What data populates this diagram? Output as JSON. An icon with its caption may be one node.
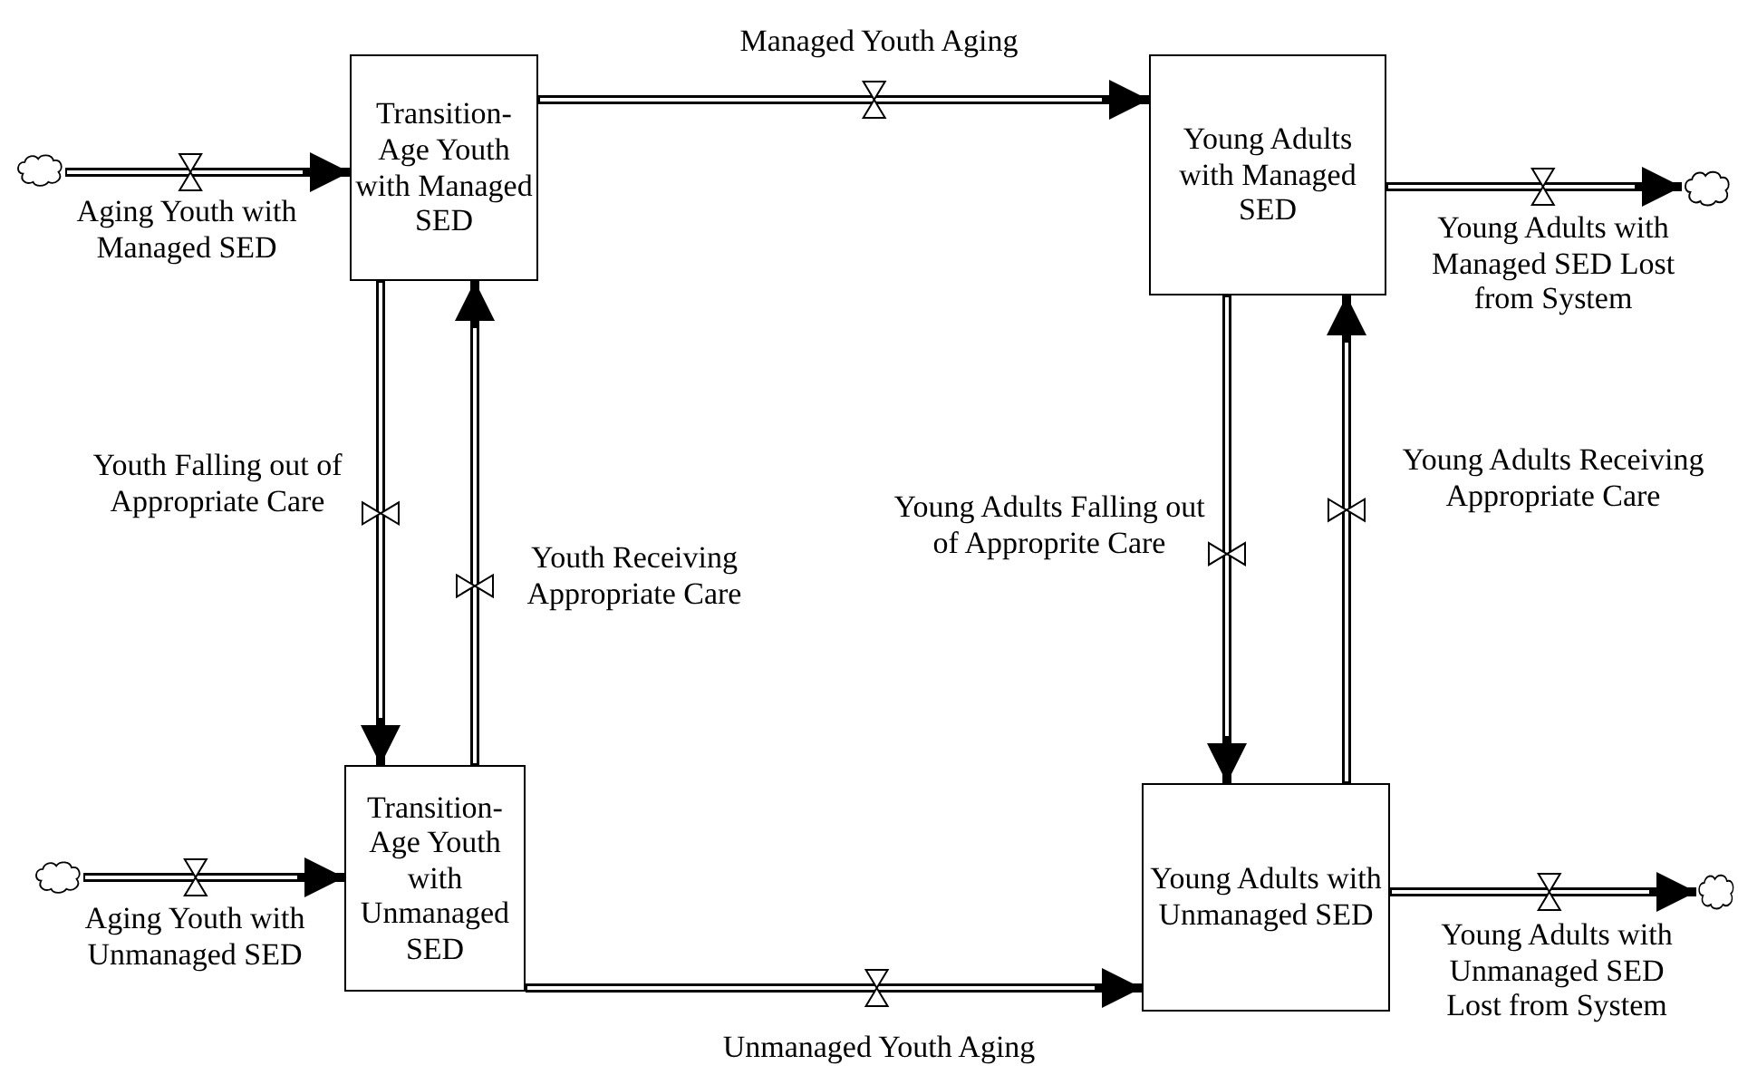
{
  "diagram": {
    "nodes": [
      {
        "text": [],
        "shape": "cloud"
      },
      {
        "text": [
          "Transition-Age Youth with Managed SED"
        ]
      },
      {
        "text": [
          "Young Adults with Managed SED"
        ]
      },
      {
        "text": [],
        "shape": "cloud"
      },
      {
        "text": [],
        "shape": "cloud"
      },
      {
        "text": [
          "Transition-Age Youth with Unmanaged SED"
        ]
      },
      {
        "text": [
          "Young Adults with Unmanaged SED"
        ]
      },
      {
        "text": [],
        "shape": "cloud"
      }
    ],
    "edges": [
      {
        "from": 0,
        "to": 1,
        "arrow": "to",
        "label": "Aging Youth with Managed SED"
      },
      {
        "from": 1,
        "to": 2,
        "arrow": "to",
        "label": "Managed Youth Aging"
      },
      {
        "from": 2,
        "to": 3,
        "arrow": "to",
        "label": "Young Adults with Managed SED Lost from System"
      },
      {
        "from": 1,
        "to": 5,
        "arrow": "to",
        "label": "Youth Falling out of Appropriate Care"
      },
      {
        "from": 5,
        "to": 1,
        "arrow": "to",
        "label": "Youth Receiving Appropriate Care"
      },
      {
        "from": 2,
        "to": 6,
        "arrow": "to",
        "label": "Young Adults Falling out of Approprite Care"
      },
      {
        "from": 6,
        "to": 2,
        "arrow": "to",
        "label": "Young Adults Receiving Appropriate Care"
      },
      {
        "from": 4,
        "to": 5,
        "arrow": "to",
        "label": "Aging Youth with Unmanaged SED"
      },
      {
        "from": 5,
        "to": 6,
        "arrow": "to",
        "label": "Unmanaged Youth Aging"
      },
      {
        "from": 6,
        "to": 7,
        "arrow": "to",
        "label": "Young Adults with Unmanaged SED Lost from System"
      }
    ]
  }
}
